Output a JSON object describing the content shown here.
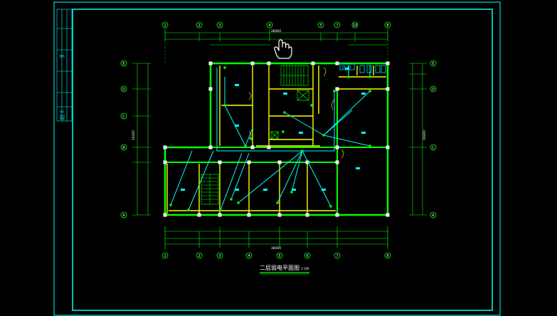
{
  "sheet": {
    "title": "二层弱电平面图",
    "scale_suffix": "1:100",
    "title_block_labels": [
      "图名",
      "设计",
      "校对",
      "审核"
    ]
  },
  "axes": {
    "top_grid": [
      "1",
      "2",
      "3",
      "4",
      "5",
      "7",
      "10",
      "8"
    ],
    "bottom_grid": [
      "1",
      "2",
      "3",
      "4",
      "5",
      "6",
      "7",
      "8"
    ],
    "left_grid": [
      "E",
      "D",
      "C",
      "B",
      "A"
    ],
    "right_grid": [
      "E",
      "D",
      "C",
      "A"
    ]
  },
  "dimensions": {
    "top_total": "38400",
    "bottom_total": "38400",
    "left_total": "19300",
    "right_total": "19300"
  },
  "cursor": {
    "icon": "hand-cursor-icon"
  },
  "colors": {
    "frame": "#00ffff",
    "wall": "#00ff00",
    "partition": "#ffff00",
    "wiring": "#00ffff",
    "dimension": "#00ff00",
    "text": "#ffffff",
    "room_tag": "#00ffff"
  }
}
